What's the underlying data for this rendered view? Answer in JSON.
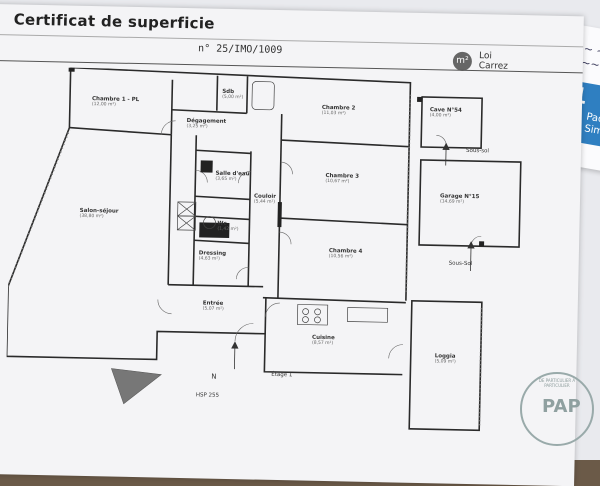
{
  "header": {
    "title": "Certificat de superficie",
    "ref": "n° 25/IMO/1009",
    "logo": "m²",
    "law_line1": "Loi",
    "law_line2": "Carrez"
  },
  "rooms": [
    {
      "key": "chambre1",
      "name": "Chambre 1 - PL",
      "area": "(12,00 m²)"
    },
    {
      "key": "sdb",
      "name": "Sdb",
      "area": "(5,00 m²)"
    },
    {
      "key": "chambre2",
      "name": "Chambre 2",
      "area": "(11,03 m²)"
    },
    {
      "key": "degagement",
      "name": "Dégagement",
      "area": "(3,25 m²)"
    },
    {
      "key": "salleeau",
      "name": "Salle d'eau",
      "area": "(3,65 m²)"
    },
    {
      "key": "chambre3",
      "name": "Chambre 3",
      "area": "(10,67 m²)"
    },
    {
      "key": "salonsejour",
      "name": "Salon-séjour",
      "area": "(38,80 m²)"
    },
    {
      "key": "couloir",
      "name": "Couloir",
      "area": "(5,44 m²)"
    },
    {
      "key": "wc",
      "name": "Wc",
      "area": "(1,42 m²)"
    },
    {
      "key": "dressing",
      "name": "Dressing",
      "area": "(4,63 m²)"
    },
    {
      "key": "chambre4",
      "name": "Chambre 4",
      "area": "(10,56 m²)"
    },
    {
      "key": "entree",
      "name": "Entrée",
      "area": "(5,07 m²)"
    },
    {
      "key": "cuisine",
      "name": "Cuisine",
      "area": "(8,57 m²)"
    },
    {
      "key": "loggia",
      "name": "Loggia",
      "area": "(5,09 m²)"
    },
    {
      "key": "cave",
      "name": "Cave N°54",
      "area": "(4,00 m²)"
    },
    {
      "key": "garage",
      "name": "Garage N°15",
      "area": "(14,69 m²)"
    }
  ],
  "annotations": {
    "soussol1": "Sous-sol",
    "soussol2": "Sous-Sol",
    "etage": "Étage 1",
    "north": "N",
    "hsp": "HSP 255"
  },
  "side_card": {
    "number": "1",
    "text1": "Pack",
    "text2": "Simp"
  },
  "stamp": {
    "text": "PAP",
    "ring": "DE PARTICULIER A PARTICULIER"
  },
  "colors": {
    "wall": "#2a2a2a",
    "paper": "#f4f4f6",
    "accent": "#2f7fc1"
  }
}
